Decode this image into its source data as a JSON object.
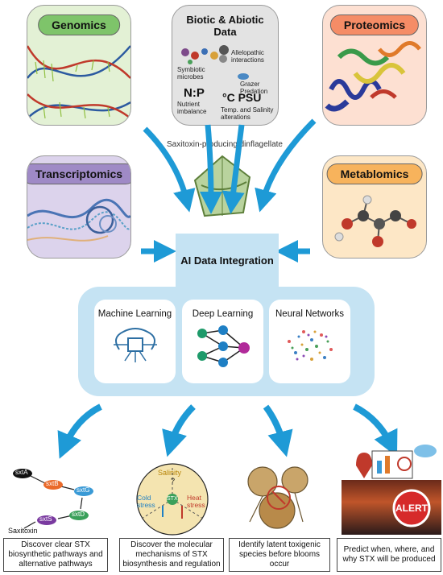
{
  "cards": {
    "genomics": "Genomics",
    "biotic": "Biotic & Abiotic Data",
    "proteomics": "Proteomics",
    "transcriptomics": "Transcriptomics",
    "metablomics": "Metablomics"
  },
  "biotic_items": {
    "symbiotic": "Symbiotic microbes",
    "allelopathic": "Allelopathic interactions",
    "grazer": "Grazer Predation",
    "np_symbol": "N:P",
    "nutrient": "Nutrient imbalance",
    "temp_symbol": "°C PSU",
    "temp": "Temp. and Salinity alterations"
  },
  "organism_label": "Saxitoxin-producing dinflagellate",
  "ai_label": "AI Data Integration",
  "methods": [
    "Machine Learning",
    "Deep Learning",
    "Neural Networks"
  ],
  "pathway": {
    "nodes": [
      "sxtA",
      "sxtB",
      "sxtG",
      "sxtD",
      "sxtS"
    ],
    "product": "Saxitoxin"
  },
  "mechanism": {
    "salinity": "Salinity",
    "question": "?",
    "center": "STX",
    "cold": "Cold stress",
    "heat": "Heat stress"
  },
  "alert": "ALERT",
  "outcomes": [
    "Discover clear STX biosynthetic pathways and alternative pathways",
    "Discover the molecular mechanisms of STX biosynthesis and regulation",
    "Identify latent toxigenic species before blooms occur",
    "Predict when, where, and why STX will be produced"
  ],
  "colors": {
    "genomics_bg": "#e3f1d5",
    "genomics_pill": "#7ec46a",
    "biotic_bg": "#e3e3e3",
    "proteomics_bg": "#fde0d2",
    "proteomics_pill": "#f58c66",
    "transcriptomics_bg": "#dcd3ec",
    "transcriptomics_pill": "#9f8ac6",
    "metablomics_bg": "#fde7c6",
    "metablomics_pill": "#f7b35c",
    "arrow": "#1e9ad6",
    "ai_box": "#c5e3f3"
  }
}
